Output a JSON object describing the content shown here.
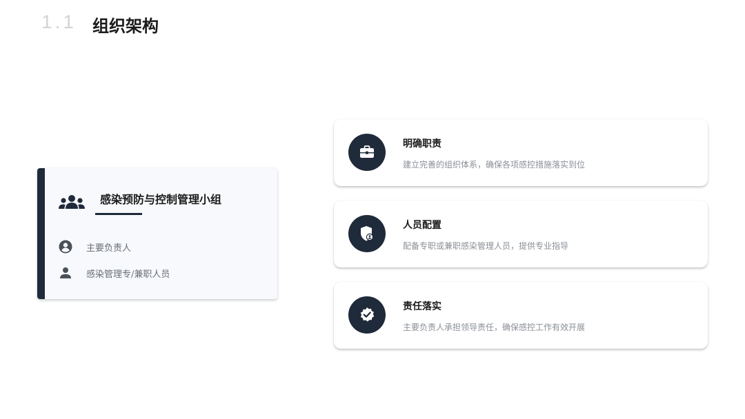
{
  "header": {
    "section_number": "1.1",
    "section_title": "组织架构"
  },
  "org_card": {
    "title": "感染预防与控制管理小组",
    "icon": "users-group-icon",
    "rows": [
      {
        "icon": "user-circle-icon",
        "label": "主要负责人"
      },
      {
        "icon": "user-icon",
        "label": "感染管理专/兼职人员"
      }
    ]
  },
  "features": [
    {
      "icon": "briefcase-icon",
      "title": "明确职责",
      "description": "建立完善的组织体系，确保各项感控措施落实到位"
    },
    {
      "icon": "shield-user-icon",
      "title": "人员配置",
      "description": "配备专职或兼职感染管理人员，提供专业指导"
    },
    {
      "icon": "verified-badge-icon",
      "title": "责任落实",
      "description": "主要负责人承担领导责任，确保感控工作有效开展"
    }
  ],
  "colors": {
    "accent": "#1f2a3a",
    "card_background": "#f7f9fc",
    "section_number": "#d2d4d8",
    "muted_text": "#8a8f96"
  }
}
